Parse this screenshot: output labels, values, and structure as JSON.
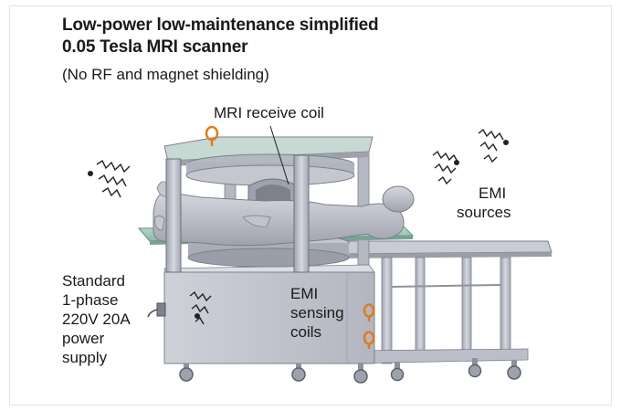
{
  "title_line1": "Low-power low-maintenance simplified",
  "title_line2": "0.05 Tesla MRI scanner",
  "subtitle": "(No RF and magnet shielding)",
  "labels": {
    "receive_coil": "MRI receive coil",
    "emi_sources_1": "EMI",
    "emi_sources_2": "sources",
    "power_1": "Standard",
    "power_2": "1-phase",
    "power_3": "220V 20A",
    "power_4": "power",
    "power_5": "supply",
    "sensing_1": "EMI",
    "sensing_2": "sensing",
    "sensing_3": "coils"
  },
  "colors": {
    "frame_metal": "#b9bdc9",
    "glass_table": "#9cc2b6",
    "magnet": "#a8acb6",
    "cabinet": "#c8cad3",
    "coil": "#e07b1e",
    "emi_wave": "#222222"
  },
  "icons": [
    "emi-wave-icon",
    "coil-icon",
    "power-plug-icon",
    "wheel-icon"
  ]
}
